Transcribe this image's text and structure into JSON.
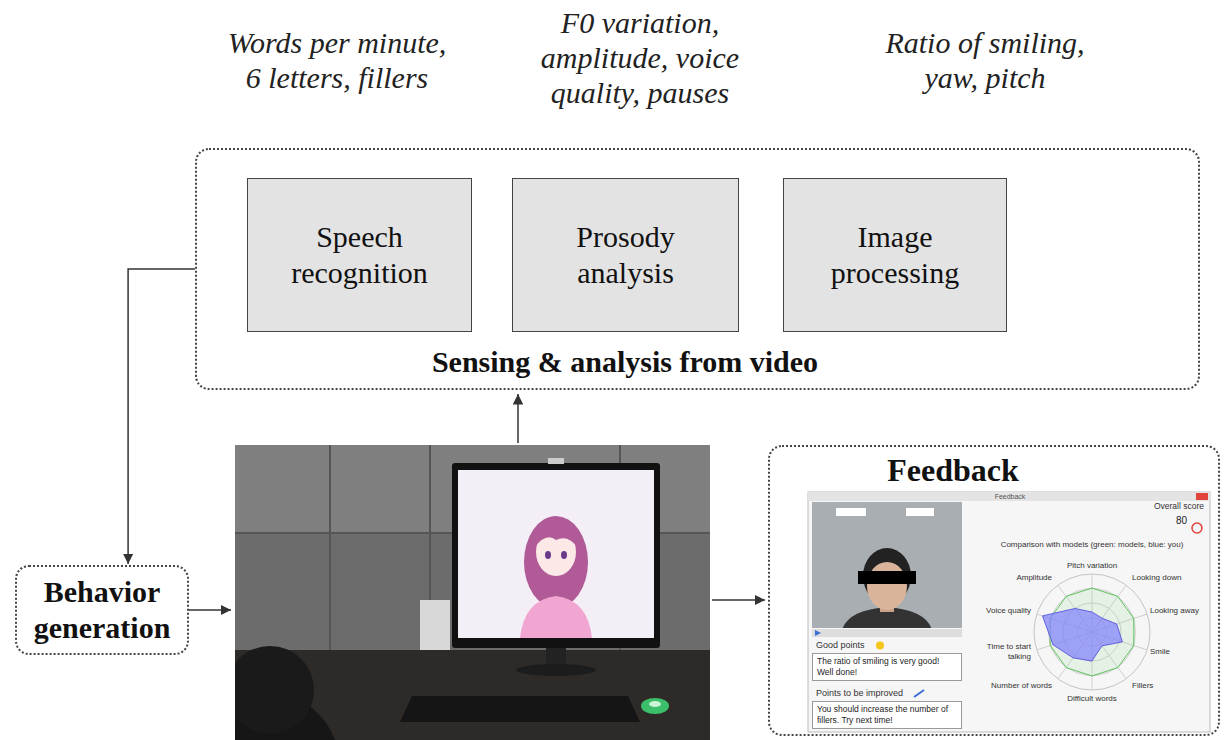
{
  "diagram": {
    "nodes": [
      {
        "text": [
          "Sensing & analysis from video"
        ]
      },
      {
        "text": [
          "Speech recognition"
        ],
        "in": 0
      },
      {
        "text": [
          "Prosody analysis"
        ],
        "in": 0
      },
      {
        "text": [
          "Image processing"
        ],
        "in": 0
      },
      {
        "text": [
          "Behavior generation"
        ]
      },
      {
        "text": [
          "Feedback"
        ]
      },
      {
        "text": [
          "Good points",
          "The ratio of smiling is very good! Well done!"
        ],
        "in": 5
      },
      {
        "text": [
          "Points to be improved",
          "You should increase the number of fillers. Try next time!"
        ],
        "in": 5
      }
    ],
    "edges": [
      {
        "from": 0,
        "to": 4,
        "arrow": "to"
      }
    ],
    "labels": [
      "Words per minute, 6 letters, fillers",
      "F0 variation, amplitude, voice quality, pauses",
      "Ratio of smiling, yaw, pitch",
      "Feedback",
      "Overall score",
      "80",
      "Comparison with models (green: models, blue: you)",
      "Pitch variation",
      "Looking down",
      "Looking away",
      "Smile",
      "Fillers",
      "Difficult words",
      "Number of words",
      "Time to start talking",
      "Voice quality",
      "Amplitude"
    ]
  }
}
